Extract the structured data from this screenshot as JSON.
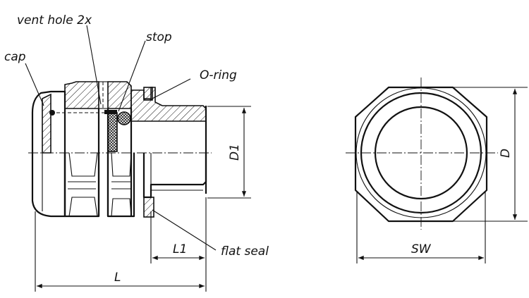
{
  "labels": {
    "vent_hole": "vent hole 2x",
    "stop": "stop",
    "cap": "cap",
    "o_ring": "O-ring",
    "flat_seal": "flat seal"
  },
  "dimensions": {
    "d1": "D1",
    "l1": "L1",
    "l": "L",
    "d": "D",
    "sw": "SW"
  }
}
